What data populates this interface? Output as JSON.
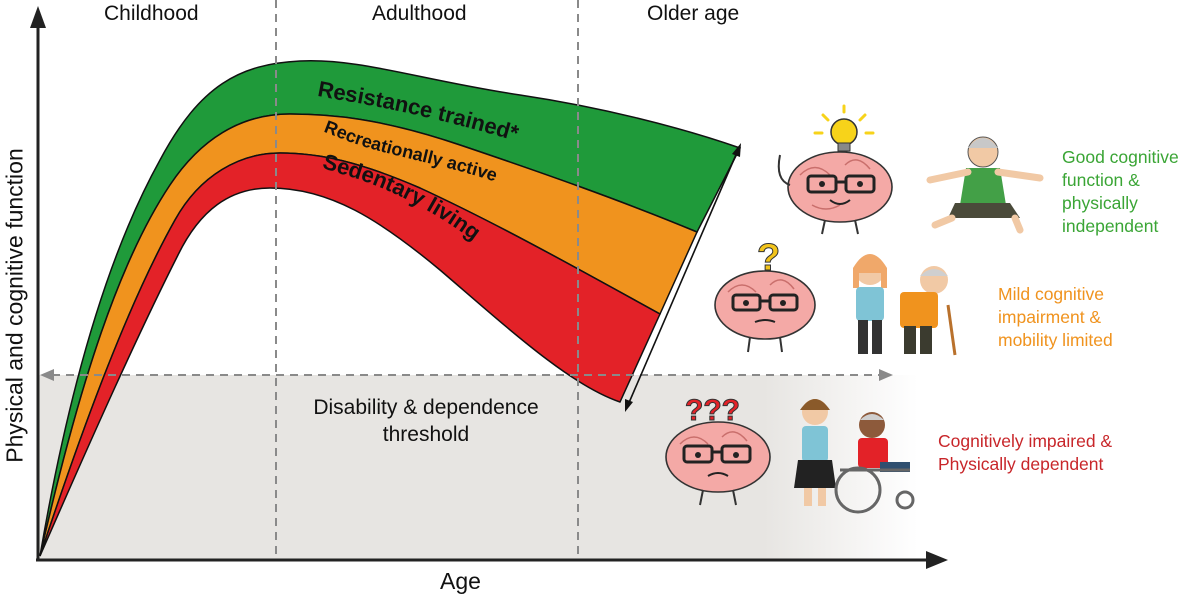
{
  "phases": [
    "Childhood",
    "Adulthood",
    "Older age"
  ],
  "bands": [
    {
      "label": "Resistance trained*",
      "color": "#1f9a3a"
    },
    {
      "label": "Recreationally active",
      "color": "#f0931e"
    },
    {
      "label": "Sedentary living",
      "color": "#e32228"
    }
  ],
  "threshold": {
    "line1": "Disability & dependence",
    "line2": "threshold"
  },
  "axes": {
    "x": "Age",
    "y": "Physical and cognitive function"
  },
  "outcomes": [
    {
      "line1": "Good cognitive",
      "line2": "function &",
      "line3": "physically",
      "line4": "independent",
      "color": "#3aa535",
      "icon": "lightbulb-icon"
    },
    {
      "line1": "Mild cognitive",
      "line2": "impairment &",
      "line3": "mobility limited",
      "color": "#f0931e",
      "icon": "question-mark-icon"
    },
    {
      "line1": "Cognitively impaired &",
      "line2": "Physically dependent",
      "color": "#c8262a",
      "icon": "question-marks-icon"
    }
  ],
  "colors": {
    "threshold_zone": "#e7e5e2",
    "axis": "#222222",
    "dashed": "#8a8a8a",
    "brain": "#f4a9a6",
    "glasses": "#222222"
  }
}
